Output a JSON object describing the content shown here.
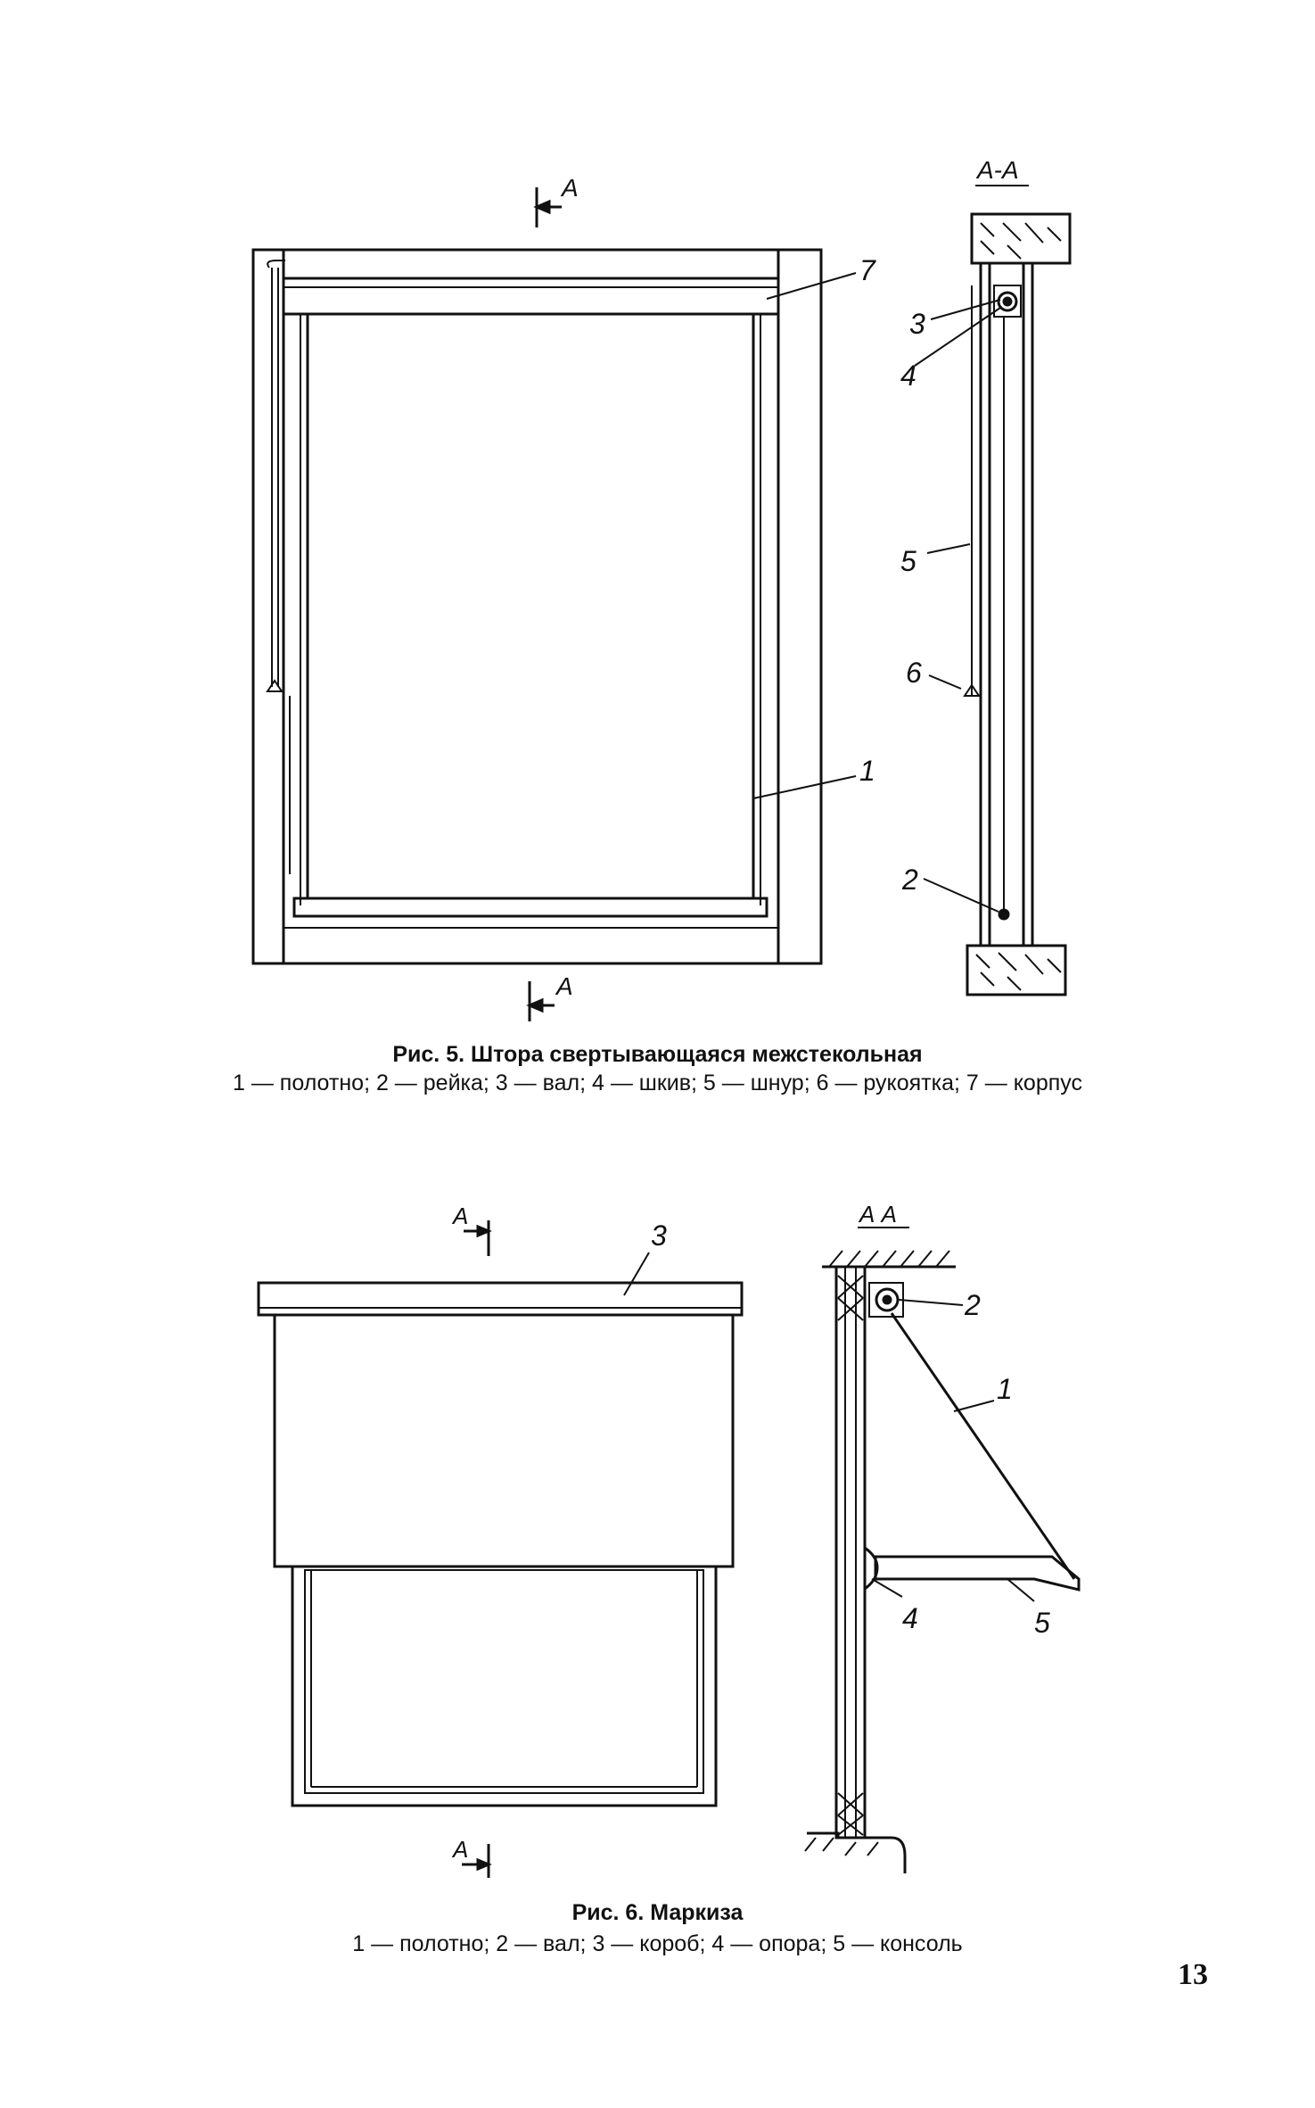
{
  "figure5": {
    "section_top": "A",
    "section_bottom": "A",
    "section_view": "A-A",
    "callouts": [
      "1",
      "2",
      "3",
      "4",
      "5",
      "6",
      "7"
    ],
    "caption_title": "Рис. 5. Штора свертывающаяся межстекольная",
    "caption_legend": "1 — полотно; 2 — рейка; 3 — вал; 4 — шкив; 5 — шнур; 6 — рукоятка; 7 — корпус"
  },
  "figure6": {
    "section_top": "A",
    "section_bottom": "A",
    "section_view": "А А",
    "callouts": [
      "1",
      "2",
      "3",
      "4",
      "5"
    ],
    "caption_title": "Рис. 6. Маркиза",
    "caption_legend": "1 — полотно; 2 — вал; 3 — короб; 4 — опора; 5 — консоль"
  },
  "page_number": "13"
}
